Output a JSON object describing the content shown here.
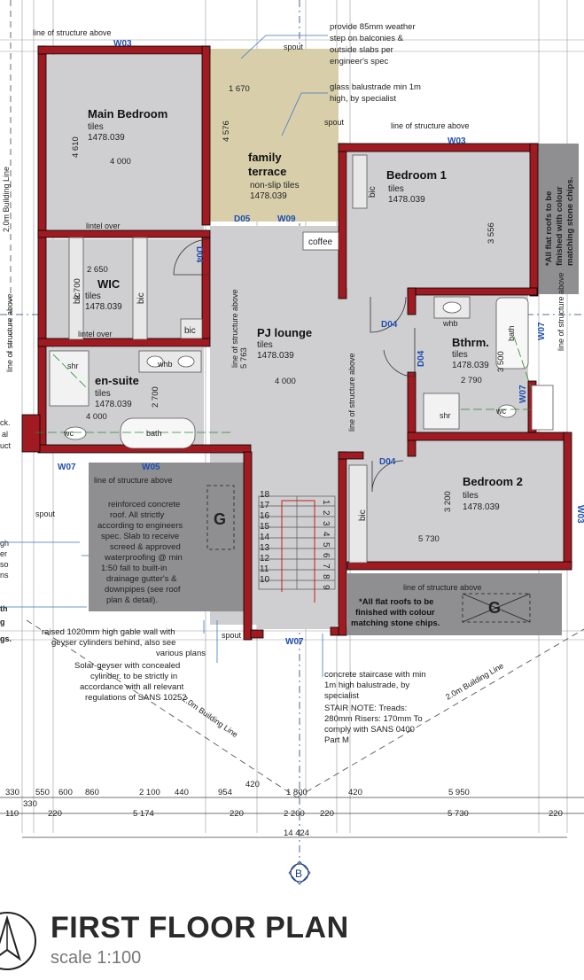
{
  "plan": {
    "title": "FIRST FLOOR PLAN",
    "scale": "scale 1:100"
  },
  "rooms": {
    "main_bedroom": {
      "name": "Main Bedroom",
      "finish": "tiles",
      "code": "1478.039"
    },
    "family_terrace": {
      "name_line1": "family",
      "name_line2": "terrace",
      "finish": "non-slip tiles",
      "code": "1478.039"
    },
    "bedroom1": {
      "name": "Bedroom 1",
      "finish": "tiles",
      "code": "1478.039"
    },
    "wic": {
      "name": "WIC",
      "finish": "tiles",
      "code": "1478.039"
    },
    "pj_lounge": {
      "name": "PJ lounge",
      "finish": "tiles",
      "code": "1478.039"
    },
    "bathroom": {
      "name": "Bthrm.",
      "finish": "tiles",
      "code": "1478.039"
    },
    "en_suite": {
      "name": "en-suite",
      "finish": "tiles",
      "code": "1478.039"
    },
    "bedroom2": {
      "name": "Bedroom 2",
      "finish": "tiles",
      "code": "1478.039"
    }
  },
  "room_dims": {
    "main_bed_h": "4 610",
    "main_bed_w": "4 000",
    "terrace_w": "1 670",
    "terrace_h": "4 576",
    "bed1_h": "3 556",
    "wic_w": "2 650",
    "wic_h": "2 700",
    "lounge_h": "5 763",
    "lounge_w": "4 000",
    "bath_h": "3 500",
    "bath_w": "2 790",
    "ensuite_h": "2 700",
    "ensuite_w": "4 000",
    "bed2_h": "3 200",
    "bed2_w": "5 730"
  },
  "labels": {
    "bic": "bic",
    "coffee": "coffee",
    "lintel_over": "lintel over",
    "shr": "shr",
    "whb": "whb",
    "wc": "wc",
    "bath": "bath",
    "spout": "spout",
    "line_structure_above": "line of structure above",
    "building_line": "2.0m Building Line",
    "g": "G",
    "grid_b": "B",
    "window_partial": "W03",
    "duct_partial": "ck.",
    "duct_partial2": "al",
    "duct_partial3": "uct"
  },
  "tags": {
    "w03a": "W03",
    "w03b": "W03",
    "w07a": "W07",
    "w07b": "W07",
    "w07c": "W07",
    "w07d": "W07",
    "w05": "W05",
    "w09": "W09",
    "d05": "D05",
    "d04a": "D04",
    "d04b": "D04",
    "d04c": "D04",
    "d04d": "D04"
  },
  "stairs": {
    "left": [
      "18",
      "17",
      "16",
      "15",
      "14",
      "13",
      "12",
      "11",
      "10"
    ],
    "right": [
      "1",
      "2",
      "3",
      "4",
      "5",
      "6",
      "7",
      "8",
      "9"
    ]
  },
  "notes": {
    "weather_step": [
      "provide 85mm weather",
      "step on balconies &",
      "outside slabs per",
      "engineer's spec"
    ],
    "glass_balustrade": [
      "glass balustrade min 1m",
      "high, by specialist"
    ],
    "flat_roof_right": [
      "*All flat roofs to be",
      "finished with colour",
      "matching stone chips."
    ],
    "flat_roof_bottom": [
      "*All flat roofs to be",
      "finished with colour",
      "matching stone chips."
    ],
    "concrete_roof": [
      "reinforced concrete",
      "roof.  All strictly",
      "according to engineers",
      "spec. Slab to receive",
      "screed & approved",
      "waterproofing @ min",
      "1:50 fall to built-in",
      "drainage gutter's &",
      "downpipes (see roof",
      "plan & detail)."
    ],
    "gable_wall": [
      "raised 1020mm high gable wall with",
      "geyser cylinders behind, also see",
      "various plans"
    ],
    "solar_geyser": [
      "Solar-geyser with concealed",
      "cylinder. to be strictly in",
      "accordance with all relevant",
      "regulations of SANS 10252"
    ],
    "staircase": [
      "concrete staircase with min",
      "1m high balustrade, by",
      "specialist"
    ],
    "stair_note": [
      "STAIR NOTE: Treads:",
      "280mm Risers: 170mm To",
      "comply with  SANS 0400",
      "Part M"
    ],
    "left_edge": [
      "gh",
      "er",
      "so",
      "ns",
      "th",
      "g",
      "gs."
    ]
  },
  "dims_bottom": {
    "row1": [
      "330",
      "550",
      "600",
      "860",
      "2 100",
      "440",
      "954",
      "420",
      "1 800",
      "420",
      "5 950"
    ],
    "row1_extra": "330",
    "row2": [
      "110",
      "220",
      "5 174",
      "220",
      "2 200",
      "220",
      "5 730",
      "220"
    ],
    "total": "14 424"
  },
  "colors": {
    "wall": "#a01a22",
    "room": "#cfcfd1",
    "terrace": "#d8cfaa",
    "roof": "#8f8f92",
    "note_blue": "#3a78c2"
  }
}
